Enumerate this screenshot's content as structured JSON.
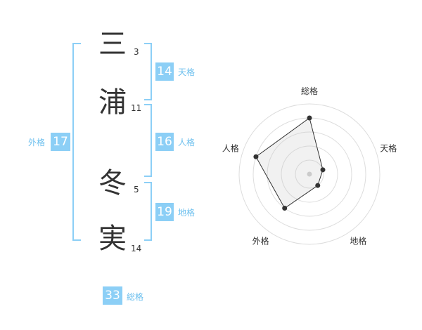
{
  "name_chars": [
    {
      "char": "三",
      "strokes": "3"
    },
    {
      "char": "浦",
      "strokes": "11"
    },
    {
      "char": "冬",
      "strokes": "5"
    },
    {
      "char": "実",
      "strokes": "14"
    }
  ],
  "scores": {
    "tenkaku": {
      "value": "14",
      "label": "天格"
    },
    "jinkaku": {
      "value": "16",
      "label": "人格"
    },
    "chikaku": {
      "value": "19",
      "label": "地格"
    },
    "gaikaku": {
      "value": "17",
      "label": "外格"
    },
    "soukaku": {
      "value": "33",
      "label": "総格"
    }
  },
  "colors": {
    "accent": "#8ccff6",
    "accent_text": "#6bbfee",
    "text": "#333333"
  },
  "chart_data": {
    "type": "radar",
    "axes": [
      "総格",
      "天格",
      "地格",
      "外格",
      "人格"
    ],
    "values": [
      4,
      1,
      1,
      3,
      4
    ],
    "range": [
      0,
      5
    ],
    "grid_rings": 5
  }
}
